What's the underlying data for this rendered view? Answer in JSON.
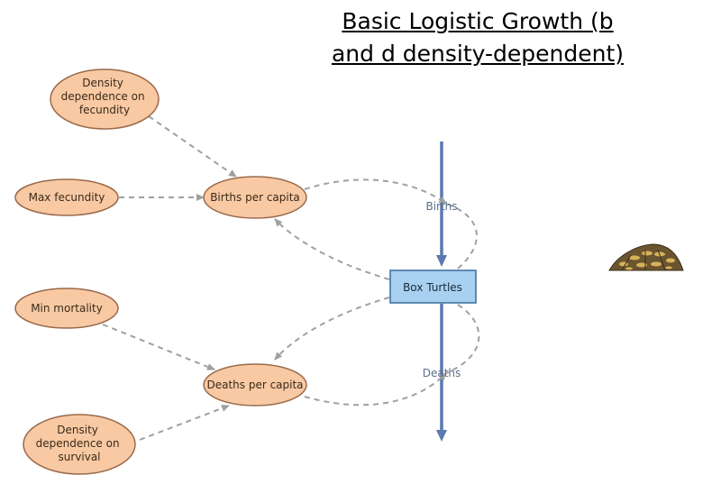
{
  "title": {
    "line1": "Basic Logistic Growth (b",
    "line2": "and d density-dependent)"
  },
  "nodes": {
    "density_fecundity": [
      "Density",
      "dependence on",
      "fecundity"
    ],
    "max_fecundity": "Max fecundity",
    "births_per_capita": "Births per capita",
    "min_mortality": "Min mortality",
    "deaths_per_capita": "Deaths per capita",
    "density_survival": [
      "Density",
      "dependence on",
      "survival"
    ]
  },
  "stock": {
    "label": "Box Turtles"
  },
  "flows": {
    "inflow": "Births",
    "outflow": "Deaths"
  },
  "colors": {
    "aux_fill": "#f8c9a3",
    "aux_stroke": "#9a6a4a",
    "stock_fill": "#a8d0f0",
    "stock_stroke": "#3a6a9a",
    "flow": "#5c78b0",
    "link": "#a0a0a0"
  },
  "image": {
    "icon": "box-turtle-shell"
  }
}
